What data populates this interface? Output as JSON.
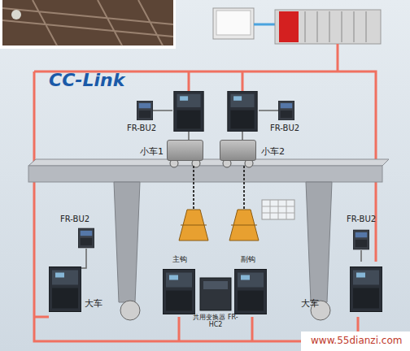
{
  "diagram": {
    "nodes": [
      {
        "text": [
          "小车1"
        ]
      },
      {
        "text": [
          "小车2"
        ]
      }
    ],
    "labels": [
      "CC-Link",
      "FR-BU2",
      "FR-BU2",
      "FR-BU2",
      "FR-BU2",
      "大车",
      "大车",
      "主钩",
      "副钩",
      "共用变换器 FR-HC2",
      "www.55dianzi.com"
    ]
  }
}
